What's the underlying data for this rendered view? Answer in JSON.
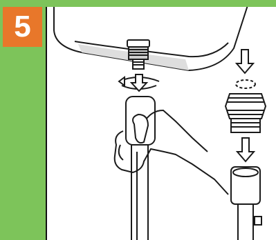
{
  "step": {
    "number": "5"
  },
  "colors": {
    "background": "#7dc45a",
    "badge": "#e8772a",
    "badge_text": "#ffffff",
    "panel": "#ffffff",
    "line": "#1a1a1a",
    "shade": "#dedede"
  },
  "icons": [
    "tank-base",
    "threaded-inlet-nut",
    "rotate-arrow-icon",
    "down-arrow-icon",
    "hand",
    "hose-connector",
    "adapter-fitting"
  ]
}
